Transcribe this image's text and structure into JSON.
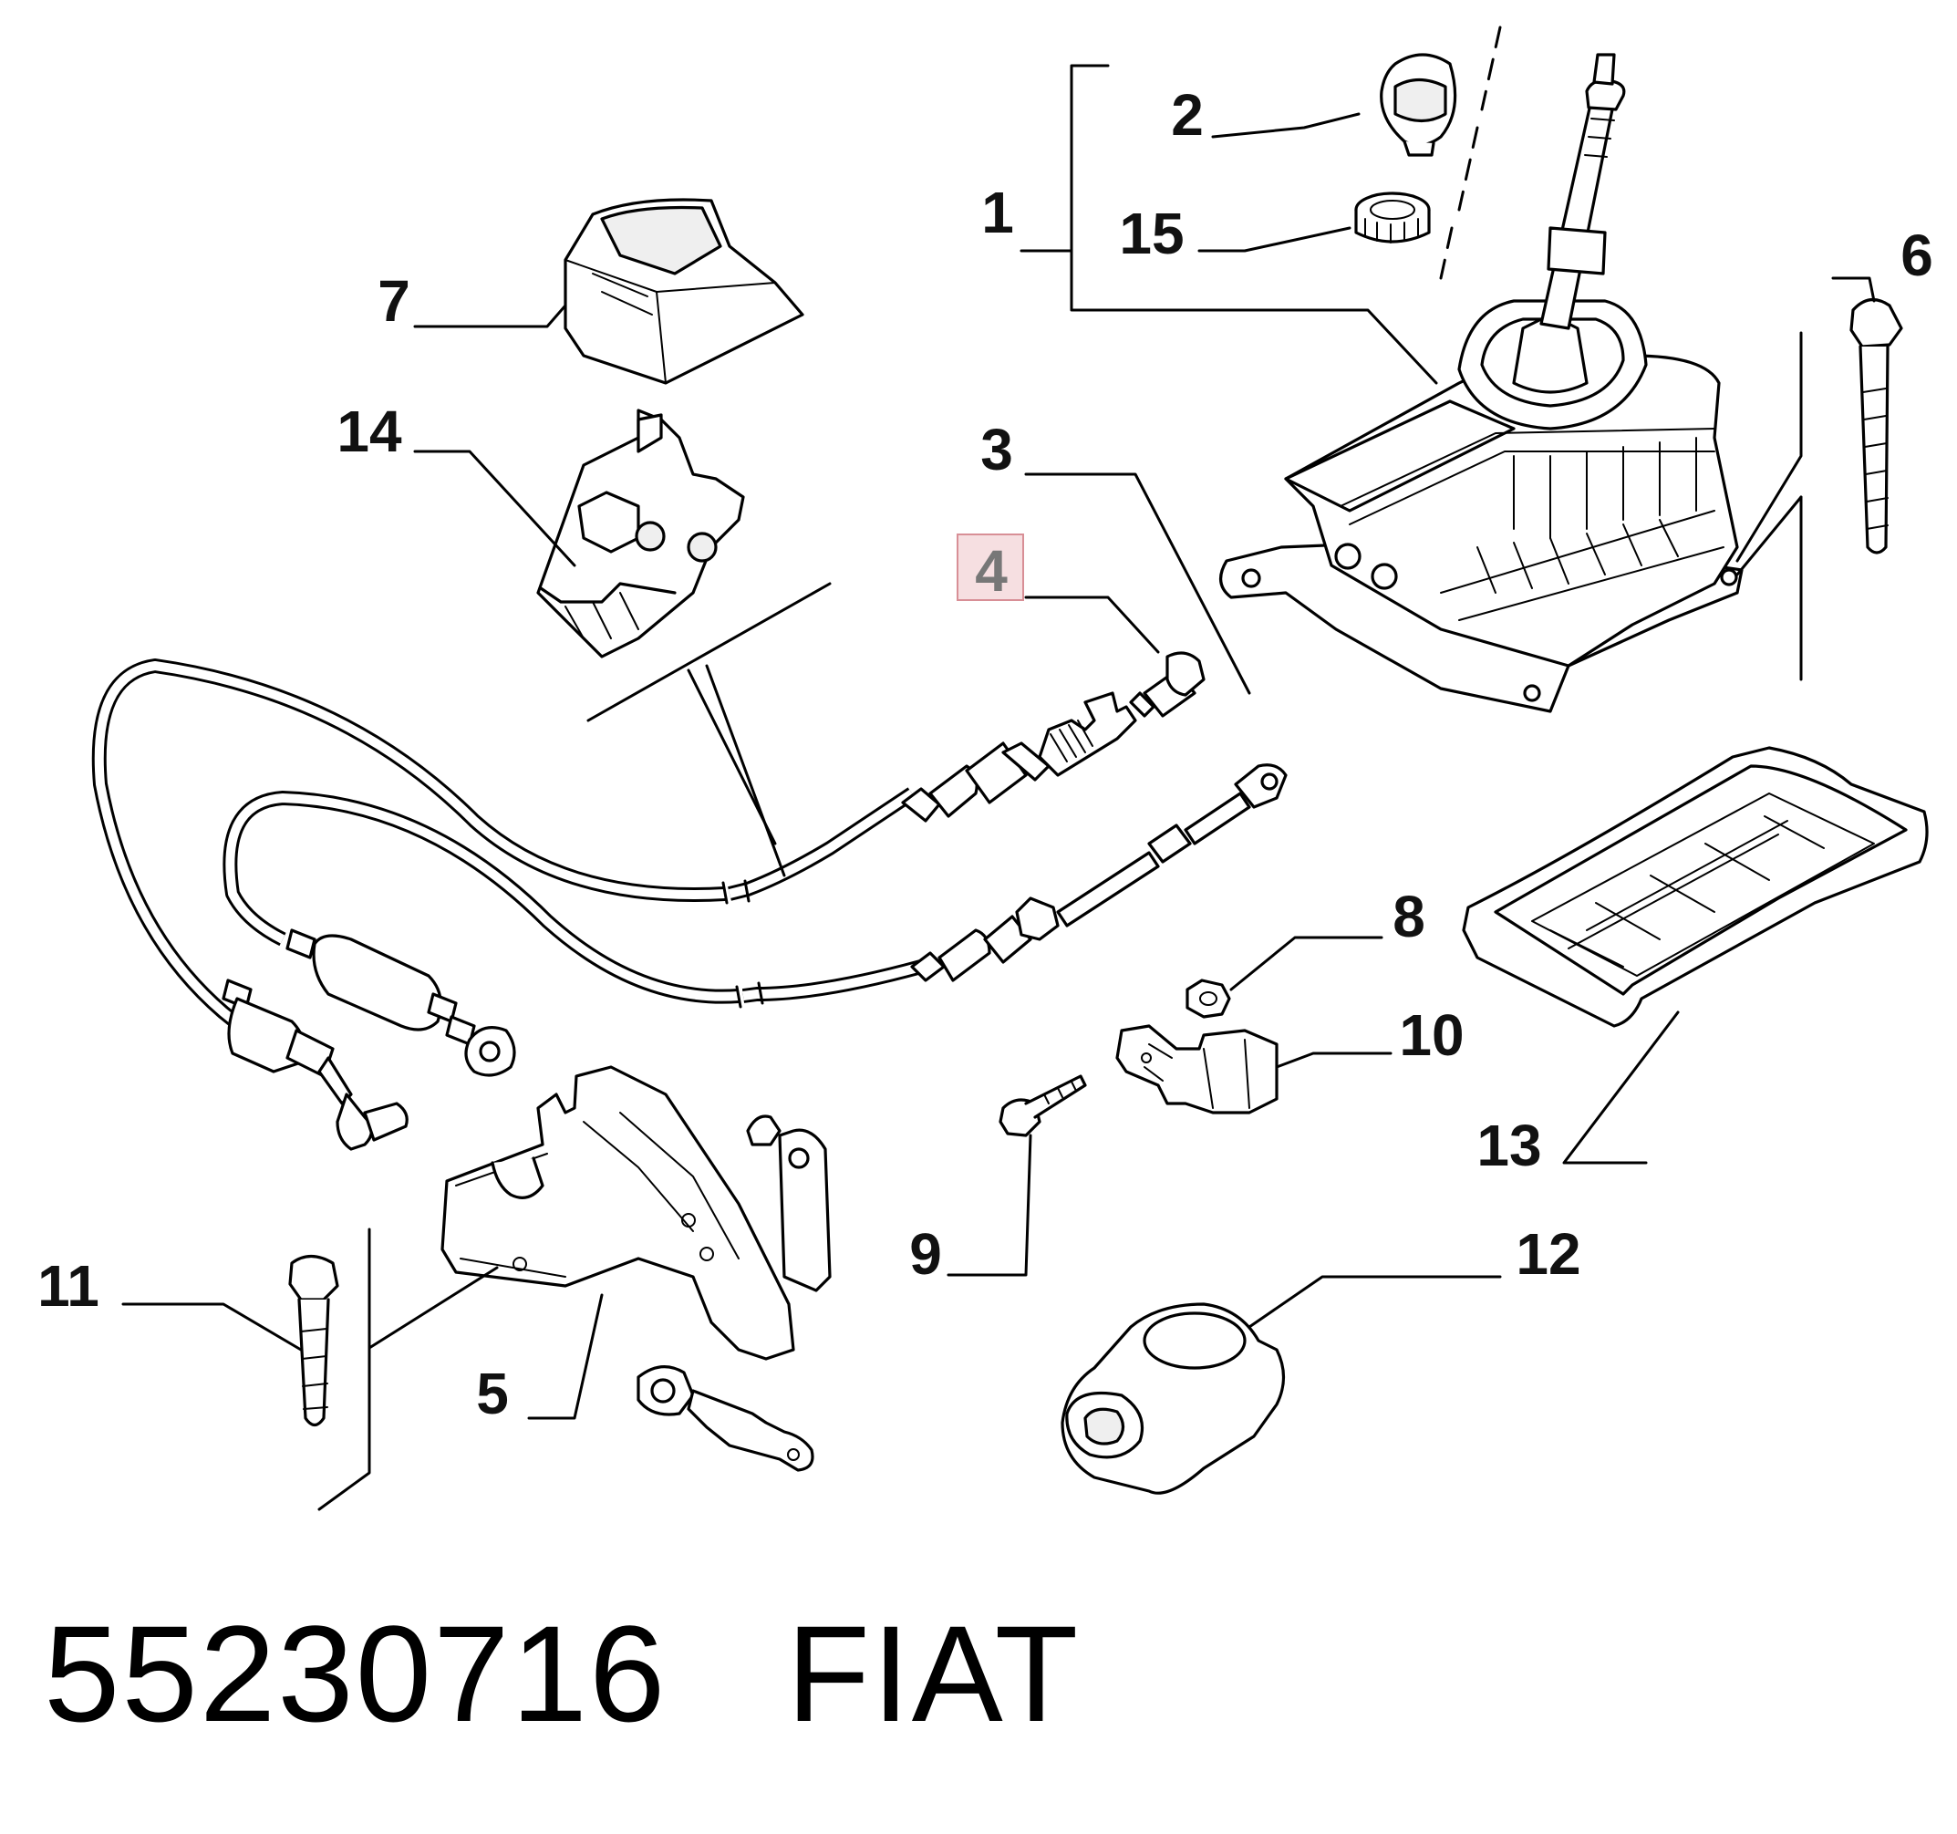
{
  "diagram": {
    "callouts": {
      "c1": "1",
      "c2": "2",
      "c3": "3",
      "c4": "4",
      "c5": "5",
      "c6": "6",
      "c7": "7",
      "c8": "8",
      "c9": "9",
      "c10": "10",
      "c11": "11",
      "c12": "12",
      "c13": "13",
      "c14": "14",
      "c15": "15"
    },
    "highlighted_callout": "4",
    "highlight_color": "#e8a6ab"
  },
  "footer": {
    "part_number": "55230716",
    "brand": "FIAT"
  }
}
